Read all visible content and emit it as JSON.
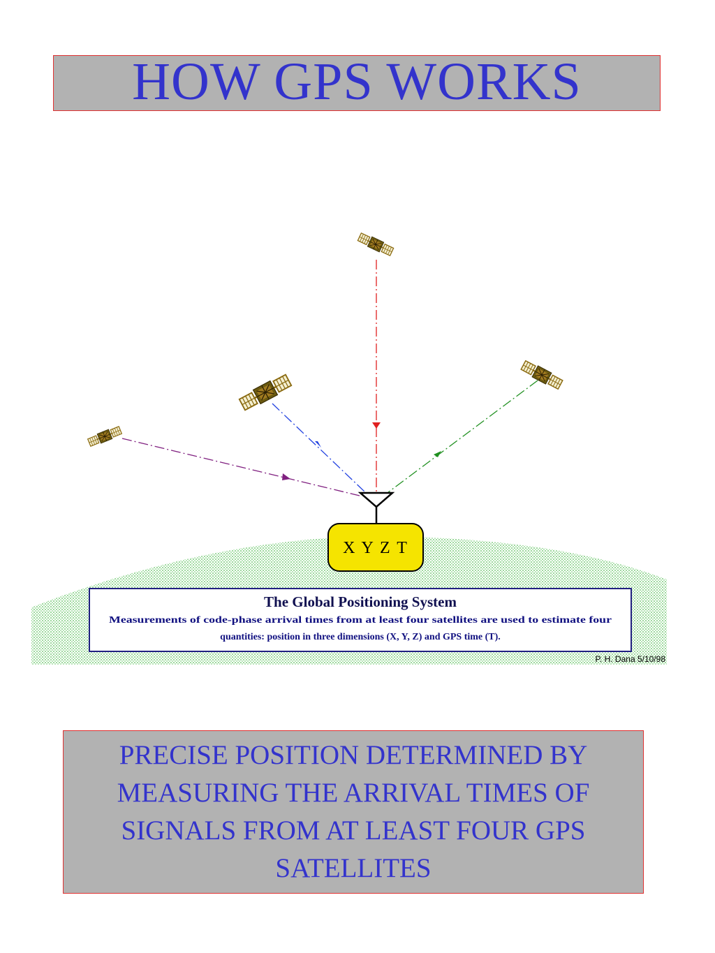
{
  "title": "HOW GPS WORKS",
  "diagram": {
    "receiver_label": "X Y Z T",
    "info_title": "The Global Positioning System",
    "info_line1": "Measurements of code-phase arrival times from at least four satellites are used to estimate four",
    "info_line2": "quantities: position in three dimensions (X, Y, Z) and GPS time (T).",
    "credit": "P. H. Dana 5/10/98",
    "satellites": [
      {
        "name": "satellite-top",
        "signal_color": "#e02020"
      },
      {
        "name": "satellite-left-large",
        "signal_color": "#2040e0"
      },
      {
        "name": "satellite-far-left",
        "signal_color": "#802080"
      },
      {
        "name": "satellite-right",
        "signal_color": "#209020"
      }
    ],
    "colors": {
      "ground": "#9ed99e",
      "receiver_box": "#f5e400",
      "info_border": "#202080",
      "satellite": "#8a6a10"
    }
  },
  "caption": "PRECISE POSITION DETERMINED BY\nMEASURING THE ARRIVAL TIMES OF\nSIGNALS FROM AT LEAST FOUR GPS\nSATELLITES"
}
